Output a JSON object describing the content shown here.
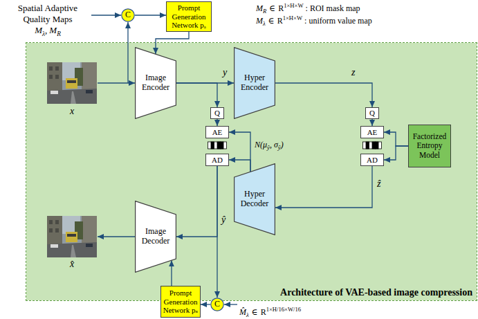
{
  "diagram": {
    "nodes": [
      {
        "text": [
          "C"
        ]
      },
      {
        "text": [
          "Prompt Generation Network pₐ"
        ]
      },
      {
        "text": [
          "Architecture of VAE-based image compression"
        ]
      },
      {
        "text": [
          "Image Encoder"
        ],
        "in": 2
      },
      {
        "text": [
          "Hyper Encoder"
        ],
        "in": 2
      },
      {
        "text": [
          "Q"
        ],
        "in": 2
      },
      {
        "text": [
          "Q"
        ],
        "in": 2
      },
      {
        "text": [
          "AE"
        ],
        "in": 2
      },
      {
        "text": [
          "AD"
        ],
        "in": 2
      },
      {
        "text": [
          "AE"
        ],
        "in": 2
      },
      {
        "text": [
          "AD"
        ],
        "in": 2
      },
      {
        "text": [
          "Factorized Entropy Model"
        ],
        "in": 2
      },
      {
        "text": [
          "Hyper Decoder"
        ],
        "in": 2
      },
      {
        "text": [
          "Image Decoder"
        ],
        "in": 2
      },
      {
        "text": [
          "Prompt Generation Network pₛ"
        ]
      },
      {
        "text": [
          "C"
        ]
      }
    ],
    "edges": [
      {
        "from": 0,
        "to": 1,
        "arrow": "to"
      },
      {
        "from": 1,
        "to": 3,
        "arrow": "to"
      },
      {
        "from": 3,
        "to": 4,
        "arrow": "to",
        "label": "y"
      },
      {
        "from": 3,
        "to": 5,
        "arrow": "to"
      },
      {
        "from": 4,
        "to": 6,
        "arrow": "to",
        "label": "z"
      },
      {
        "from": 5,
        "to": 7,
        "arrow": "to"
      },
      {
        "from": 6,
        "to": 9,
        "arrow": "to"
      },
      {
        "from": 11,
        "to": 9,
        "arrow": "to"
      },
      {
        "from": 11,
        "to": 10,
        "arrow": "to"
      },
      {
        "from": 10,
        "to": 12,
        "arrow": "to",
        "label": "ẑ"
      },
      {
        "from": 12,
        "to": 7,
        "arrow": "to"
      },
      {
        "from": 12,
        "to": 8,
        "arrow": "to"
      },
      {
        "from": 8,
        "to": 13,
        "arrow": "to",
        "label": "ŷ"
      },
      {
        "from": 8,
        "to": 15,
        "arrow": "to"
      },
      {
        "from": 15,
        "to": 14,
        "arrow": "to"
      },
      {
        "from": 14,
        "to": 13,
        "arrow": "to"
      }
    ],
    "labels": [
      "Spatial Adaptive Quality Maps",
      "M",
      "λ",
      ",",
      "M",
      "R",
      "M",
      "R",
      "∈",
      "R",
      "1×H×W",
      ": ROI mask map",
      "M",
      "λ",
      "∈",
      "R",
      "1×H×W",
      ": uniform value map",
      "x",
      "x̂",
      "N(μ",
      "ŷ",
      ", σ",
      "ŷ",
      ")",
      "M̂",
      "λ",
      "∈",
      "R",
      "1×H/16×W/16"
    ]
  }
}
